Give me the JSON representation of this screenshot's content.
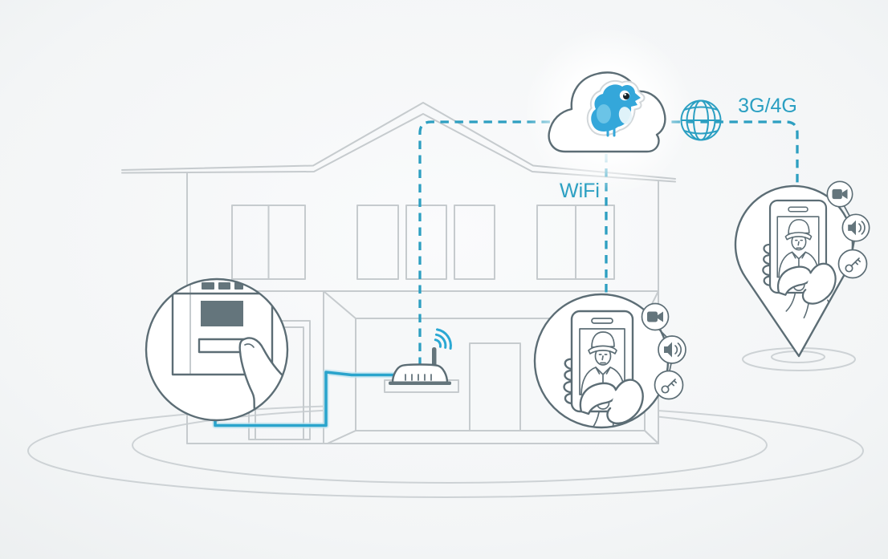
{
  "diagram": {
    "description": "smart doorbell connectivity illustration",
    "labels": {
      "wifi": "WiFi",
      "cellular": "3G/4G"
    },
    "colors": {
      "accent": "#2b9fc2",
      "dash": "#2d9fc1",
      "wire": "#2aa4cc",
      "signal": "#2aa8d3",
      "outline": "#5c6d75",
      "dark_fill": "#64757c",
      "house": "#c6cbce",
      "ground": "#cdd2d5",
      "room_fill": "#f6f8f9",
      "bird_blue": "#34a7da",
      "bird_light": "#7ecdeb",
      "bird_dark": "#1d8fc0"
    },
    "elements": {
      "cloud": "cloud-service",
      "bird_logo": "bird-mascot",
      "globe": "internet-globe",
      "router": "wifi-router",
      "doorbell": "doorbell-button-press",
      "phone_home": "smartphone-video-call",
      "phone_remote": "smartphone-video-call-at-location-pin",
      "feature_icons": [
        "video-camera",
        "speaker",
        "key"
      ]
    }
  }
}
